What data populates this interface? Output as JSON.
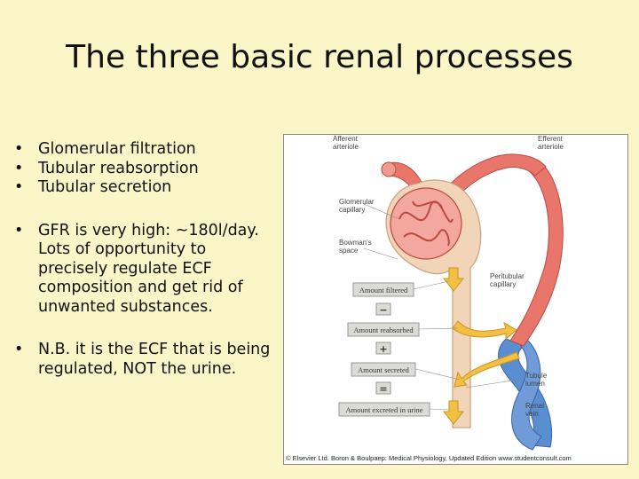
{
  "slide": {
    "title": "The three basic renal processes",
    "bullets_group1": [
      "Glomerular filtration",
      "Tubular reabsorption",
      "Tubular secretion"
    ],
    "bullets_group2": [
      "GFR is very high: ~180l/day. Lots of opportunity to precisely regulate ECF composition and get rid of unwanted substances."
    ],
    "bullets_group3": [
      "N.B. it is the ECF that is being regulated, NOT the urine."
    ]
  },
  "figure": {
    "labels": {
      "afferent": [
        "Afferent",
        "arteriole"
      ],
      "efferent": [
        "Efferent",
        "arteriole"
      ],
      "glomerular": [
        "Glomerular",
        "capillary"
      ],
      "bowmans": [
        "Bowman's",
        "space"
      ],
      "peritubular": [
        "Peritubular",
        "capillary"
      ],
      "tubule": [
        "Tubule",
        "lumen"
      ],
      "renal": [
        "Renal",
        "vein"
      ]
    },
    "boxes": {
      "filtered": "Amount filtered",
      "reabsorbed": "Amount reabsorbed",
      "secreted": "Amount secreted",
      "excreted": "Amount excreted in urine"
    },
    "symbols": {
      "minus": "−",
      "plus": "+",
      "equals": "="
    },
    "credit": "© Elsevier Ltd. Boron & Boulpaep: Medical Physiology, Updated Edition     www.studentconsult.com"
  },
  "colors": {
    "background": "#fbf6c8",
    "artery": "#e8766b",
    "vein": "#5b8ed0",
    "tubule": "#f2d4b8",
    "arrow": "#f3c044",
    "box": "#dcdcd6"
  }
}
